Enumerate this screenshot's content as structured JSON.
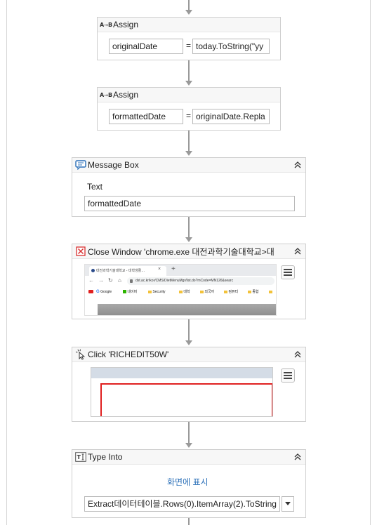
{
  "assign1": {
    "title": "Assign",
    "to": "originalDate",
    "eq": "=",
    "value": "today.ToString(\"yy"
  },
  "assign2": {
    "title": "Assign",
    "to": "formattedDate",
    "eq": "=",
    "value": "originalDate.Repla"
  },
  "messagebox": {
    "title": "Message Box",
    "text_label": "Text",
    "text_value": "formattedDate"
  },
  "closewindow": {
    "title": "Close Window 'chrome.exe 대전과학기술대학교>대",
    "tab_label": "대전과학기술대학교 - 대학생활…",
    "url": "dst.ac.kr/kor/CMS/DietMenuMgr/list.do?mCode=MN126&searc",
    "bookmarks": [
      "Google",
      "네이버",
      "Security",
      "대학",
      "외국어",
      "컴퓨터",
      "종합"
    ]
  },
  "click": {
    "title": "Click 'RICHEDIT50W'"
  },
  "typeinto": {
    "title": "Type Into",
    "indicate": "화면에 표시",
    "text": "Extract데이터테이블.Rows(0).ItemArray(2).ToString"
  },
  "colors": {
    "accent": "#2a6fb8",
    "highlight_red": "#e02020",
    "connector": "#9a9a9a"
  }
}
